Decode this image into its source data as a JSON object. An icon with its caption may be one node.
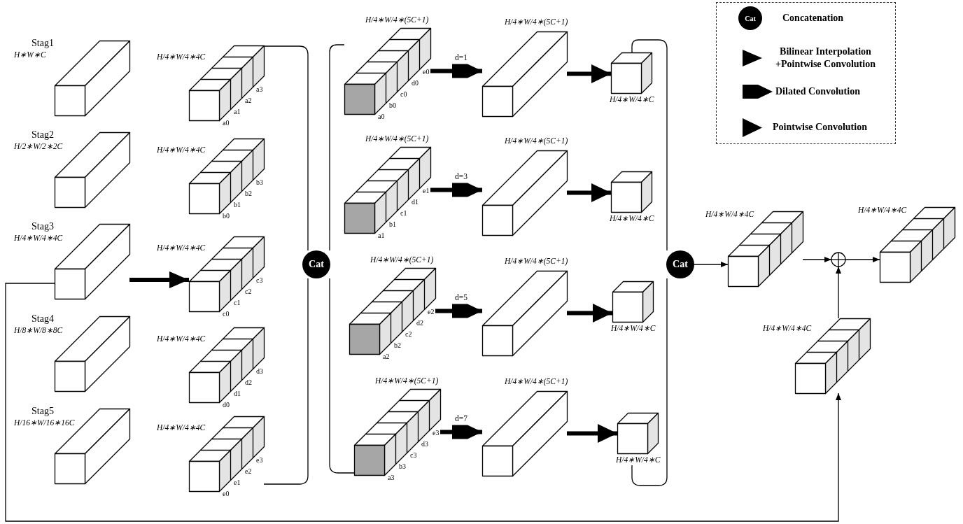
{
  "diagram": {
    "nodes": [
      {
        "text": [
          "Stag1",
          "H∗W∗C"
        ]
      },
      {
        "text": [
          "Stag2",
          "H/2∗W/2∗2C"
        ]
      },
      {
        "text": [
          "Stag3",
          "H/4∗W/4∗4C"
        ]
      },
      {
        "text": [
          "Stag4",
          "H/8∗W/8∗8C"
        ]
      },
      {
        "text": [
          "Stag5",
          "H/16∗W/16∗16C"
        ]
      },
      {
        "text": [
          "H/4∗W/4∗4C"
        ],
        "beside": [
          "a0",
          "a1",
          "a2",
          "a3"
        ]
      },
      {
        "text": [
          "H/4∗W/4∗4C"
        ],
        "beside": [
          "b0",
          "b1",
          "b2",
          "b3"
        ]
      },
      {
        "text": [
          "H/4∗W/4∗4C"
        ],
        "beside": [
          "c0",
          "c1",
          "c2",
          "c3"
        ]
      },
      {
        "text": [
          "H/4∗W/4∗4C"
        ],
        "beside": [
          "d0",
          "d1",
          "d2",
          "d3"
        ]
      },
      {
        "text": [
          "H/4∗W/4∗4C"
        ],
        "beside": [
          "e0",
          "e1",
          "e2",
          "e3"
        ]
      },
      {
        "text": [
          "Cat"
        ]
      },
      {
        "text": [
          "H/4∗W/4∗(5C+1)"
        ],
        "beside": [
          "a0",
          "b0",
          "c0",
          "d0",
          "e0"
        ]
      },
      {
        "text": [
          "H/4∗W/4∗(5C+1)"
        ]
      },
      {
        "text": [
          "H/4∗W/4∗C"
        ]
      },
      {
        "text": [
          "H/4∗W/4∗(5C+1)"
        ],
        "beside": [
          "a1",
          "b1",
          "c1",
          "d1",
          "e1"
        ]
      },
      {
        "text": [
          "H/4∗W/4∗(5C+1)"
        ]
      },
      {
        "text": [
          "H/4∗W/4∗C"
        ]
      },
      {
        "text": [
          "H/4∗W/4∗(5C+1)"
        ],
        "beside": [
          "a2",
          "b2",
          "c2",
          "d2",
          "e2"
        ]
      },
      {
        "text": [
          "H/4∗W/4∗(5C+1)"
        ]
      },
      {
        "text": [
          "H/4∗W/4∗C"
        ]
      },
      {
        "text": [
          "H/4∗W/4∗(5C+1)"
        ],
        "beside": [
          "a3",
          "b3",
          "c3",
          "d3",
          "e3"
        ]
      },
      {
        "text": [
          "H/4∗W/4∗(5C+1)"
        ]
      },
      {
        "text": [
          "H/4∗W/4∗C"
        ]
      },
      {
        "text": [
          "Cat"
        ]
      },
      {
        "text": [
          "H/4∗W/4∗4C"
        ]
      },
      {
        "text": [],
        "shape": "circle"
      },
      {
        "text": [
          "H/4∗W/4∗4C"
        ]
      },
      {
        "text": [
          "H/4∗W/4∗4C"
        ]
      }
    ],
    "edges": [
      {
        "from": 2,
        "to": 7,
        "arrow": "to",
        "style": "thick"
      },
      {
        "from": 5,
        "to": 10,
        "arrow": "none"
      },
      {
        "from": 9,
        "to": 10,
        "arrow": "none"
      },
      {
        "from": 10,
        "to": 11,
        "arrow": "none"
      },
      {
        "from": 10,
        "to": 20,
        "arrow": "none"
      },
      {
        "from": 11,
        "to": 12,
        "arrow": "to",
        "label": "d=1",
        "style": "thick"
      },
      {
        "from": 12,
        "to": 13,
        "arrow": "to",
        "style": "thick"
      },
      {
        "from": 14,
        "to": 15,
        "arrow": "to",
        "label": "d=3",
        "style": "thick"
      },
      {
        "from": 15,
        "to": 16,
        "arrow": "to",
        "style": "thick"
      },
      {
        "from": 17,
        "to": 18,
        "arrow": "to",
        "label": "d=5",
        "style": "thick"
      },
      {
        "from": 18,
        "to": 19,
        "arrow": "to",
        "style": "thick"
      },
      {
        "from": 20,
        "to": 21,
        "arrow": "to",
        "label": "d=7",
        "style": "thick"
      },
      {
        "from": 21,
        "to": 22,
        "arrow": "to",
        "style": "thick"
      },
      {
        "from": 13,
        "to": 23,
        "arrow": "none"
      },
      {
        "from": 22,
        "to": 23,
        "arrow": "none"
      },
      {
        "from": 23,
        "to": 24,
        "arrow": "to"
      },
      {
        "from": 24,
        "to": 25,
        "arrow": "to"
      },
      {
        "from": 25,
        "to": 26,
        "arrow": "to"
      },
      {
        "from": 27,
        "to": 25,
        "arrow": "to"
      },
      {
        "from": 2,
        "to": 27,
        "arrow": "to"
      }
    ],
    "labels": [
      "Cat"
    ],
    "legend": [
      {
        "text": "Concatenation"
      },
      {
        "text": "Bilinear Interpolation +Pointwise Convolution"
      },
      {
        "text": "Dilated Convolution"
      },
      {
        "text": "Pointwise Convolution"
      }
    ]
  }
}
